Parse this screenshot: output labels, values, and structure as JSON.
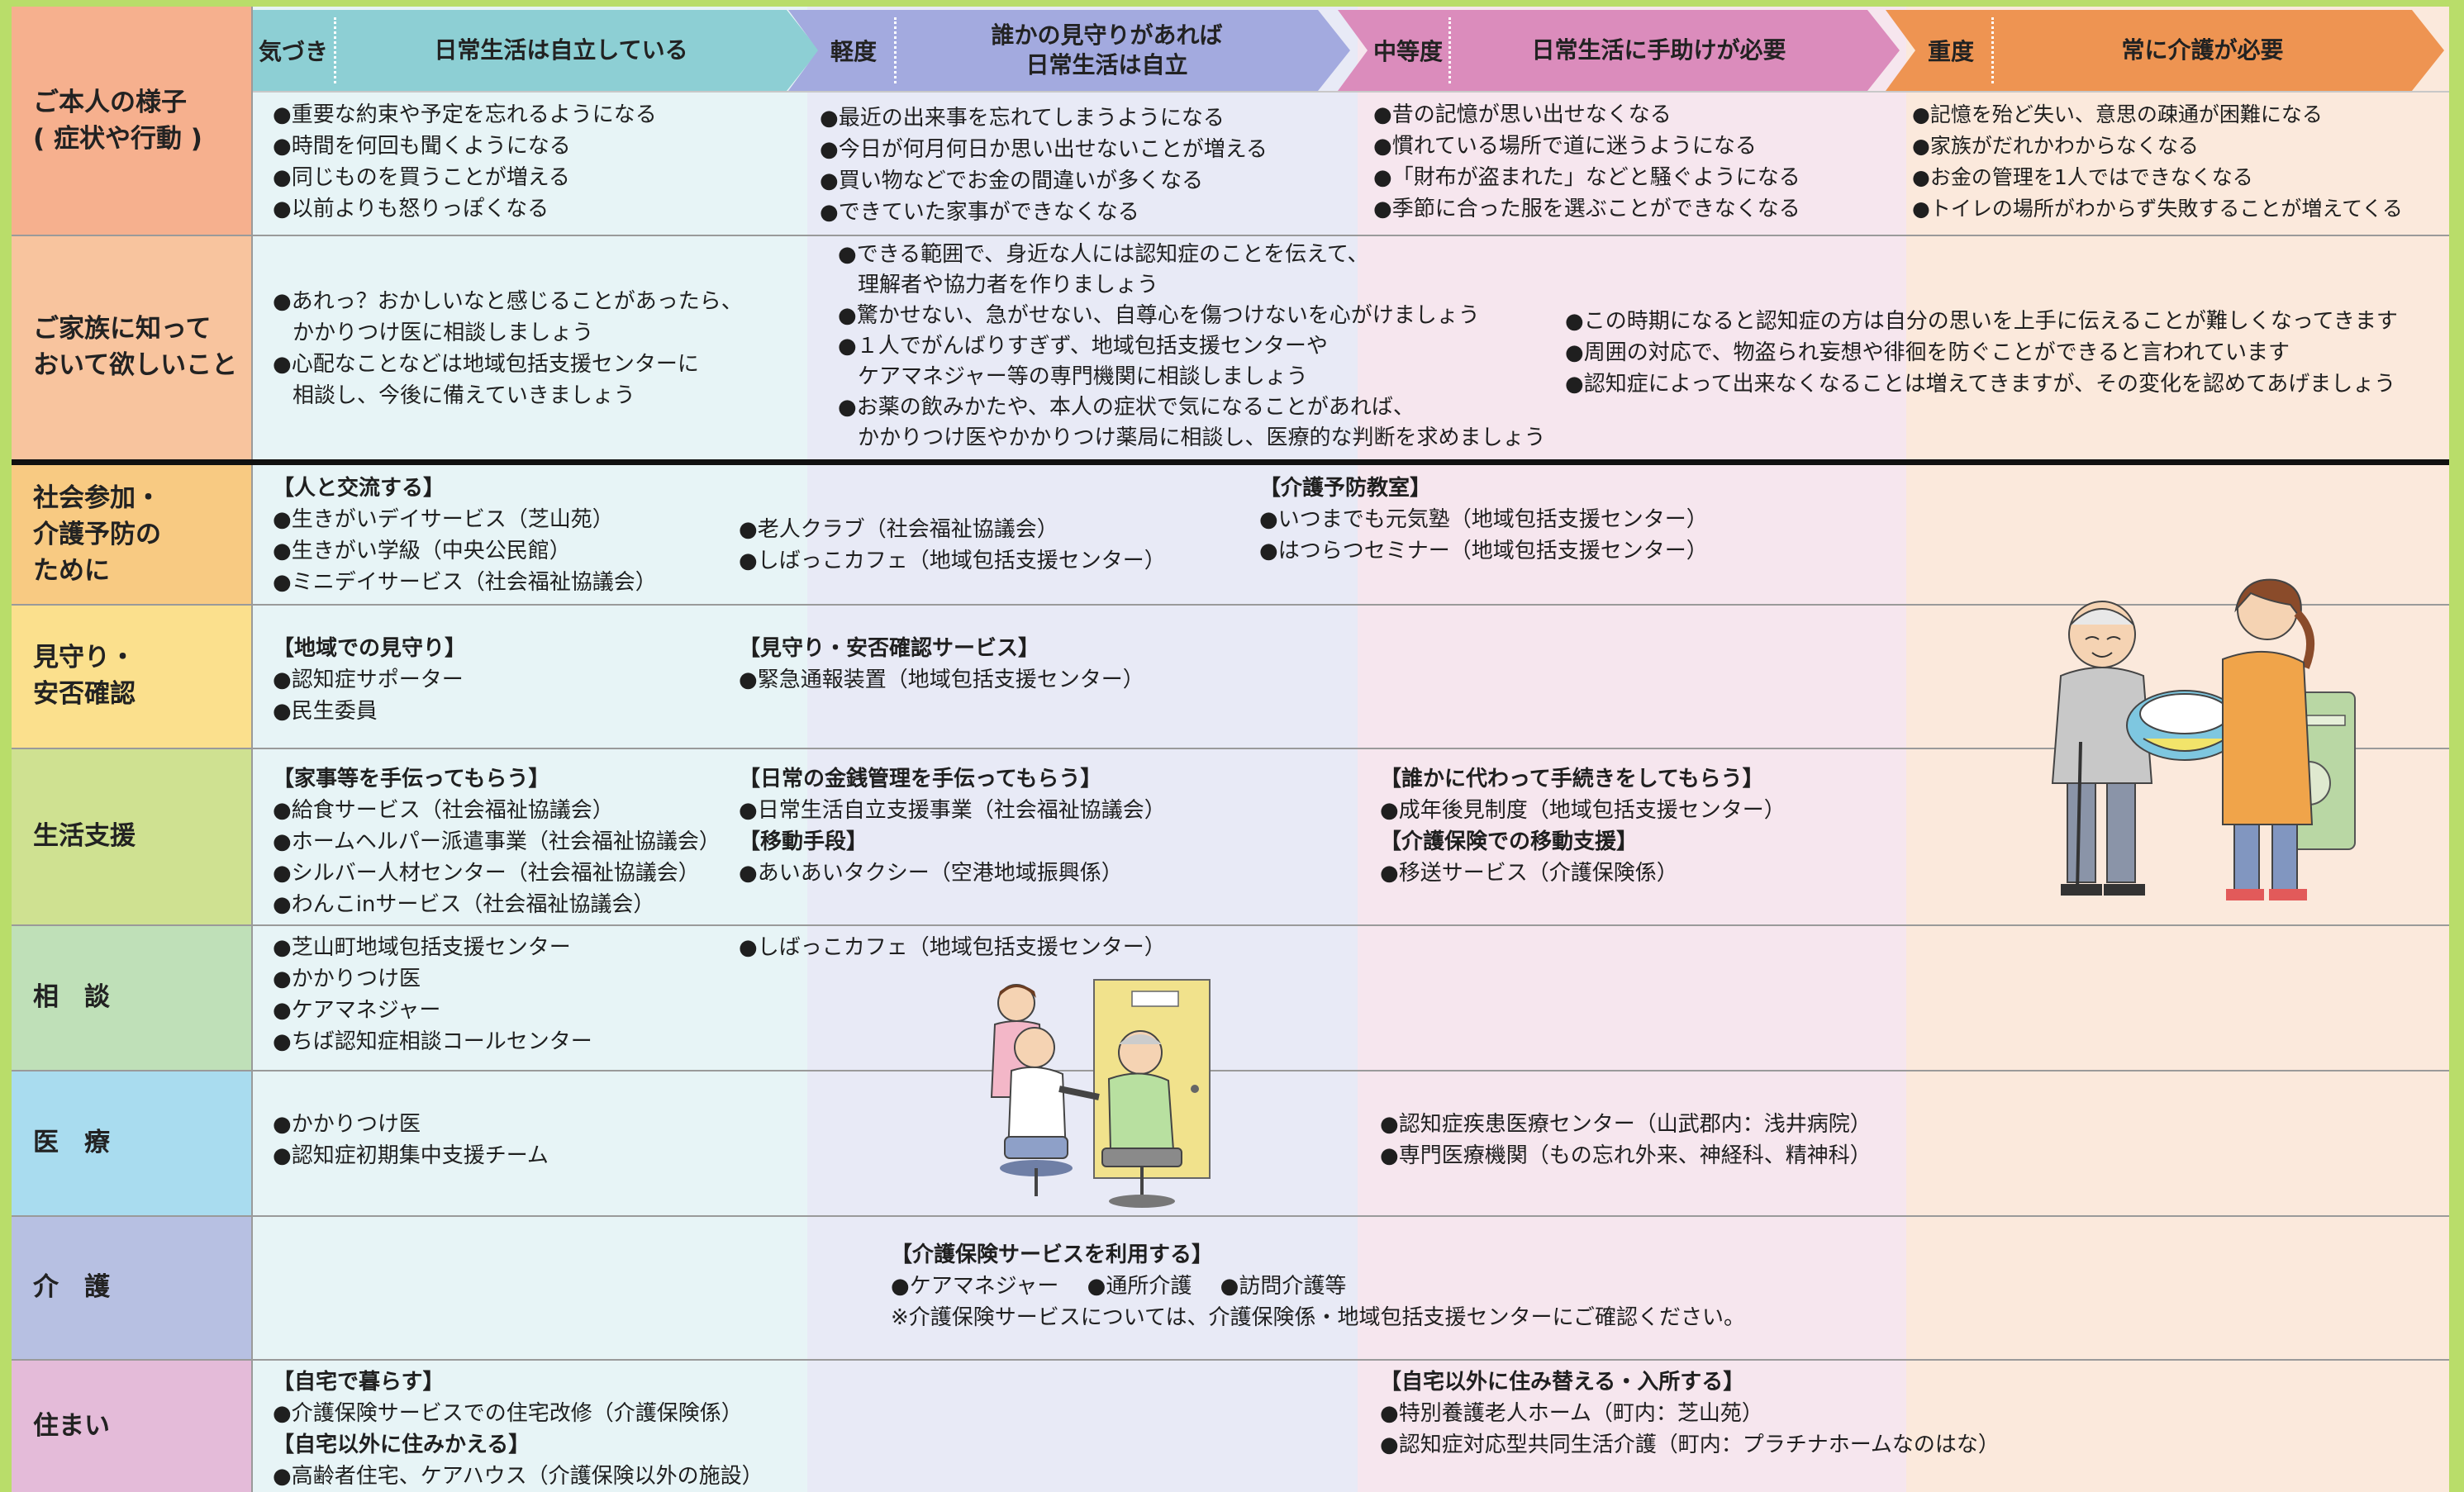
{
  "stages": [
    {
      "level": "気づき",
      "title": "日常生活は自立している",
      "color": "#8dcfd4"
    },
    {
      "level": "軽度",
      "title_lines": [
        "誰かの見守りがあれば",
        "日常生活は自立"
      ],
      "color": "#a3aadf"
    },
    {
      "level": "中等度",
      "title": "日常生活に手助けが必要",
      "color": "#db8cbc"
    },
    {
      "level": "重度",
      "title": "常に介護が必要",
      "color": "#ee9452"
    }
  ],
  "rows": {
    "symptoms": {
      "label_lines": [
        "ご本人の様子",
        "( 症状や行動 )"
      ],
      "cells": [
        [
          "重要な約束や予定を忘れるようになる",
          "時間を何回も聞くようになる",
          "同じものを買うことが増える",
          "以前よりも怒りっぽくなる"
        ],
        [
          "最近の出来事を忘れてしまうようになる",
          "今日が何月何日か思い出せないことが増える",
          "買い物などでお金の間違いが多くなる",
          "できていた家事ができなくなる"
        ],
        [
          "昔の記憶が思い出せなくなる",
          "慣れている場所で道に迷うようになる",
          "「財布が盗まれた」などと騒ぐようになる",
          "季節に合った服を選ぶことができなくなる"
        ],
        [
          "記憶を殆ど失い、意思の疎通が困難になる",
          "家族がだれかわからなくなる",
          "お金の管理を1人ではできなくなる",
          "トイレの場所がわからず失敗することが増えてくる"
        ]
      ]
    },
    "family": {
      "label_lines": [
        "ご家族に知って",
        "おいて欲しいこと"
      ],
      "cells": [
        [
          [
            "あれっ？おかしいなと感じることがあったら、",
            "かかりつけ医に相談しましょう"
          ],
          [
            "心配なことなどは地域包括支援センターに",
            "相談し、今後に備えていきましょう"
          ]
        ],
        [
          [
            "できる範囲で、身近な人には認知症のことを伝えて、",
            "理解者や協力者を作りましょう"
          ],
          [
            "驚かせない、急がせない、自尊心を傷つけないを心がけましょう"
          ],
          [
            "１人でがんばりすぎず、地域包括支援センターや",
            "ケアマネジャー等の専門機関に相談しましょう"
          ],
          [
            "お薬の飲みかたや、本人の症状で気になることがあれば、",
            "かかりつけ医やかかりつけ薬局に相談し、医療的な判断を求めましょう"
          ]
        ],
        [
          [
            "この時期になると認知症の方は自分の思いを上手に伝えることが難しくなってきます"
          ],
          [
            "周囲の対応で、物盗られ妄想や徘徊を防ぐことができると言われています"
          ],
          [
            "認知症によって出来なくなることは増えてきますが、その変化を認めてあげましょう"
          ]
        ]
      ]
    },
    "social": {
      "label_lines": [
        "社会参加・",
        "介護予防の",
        "ために"
      ],
      "g1_heading": "【人と交流する】",
      "g1_items": [
        "生きがいデイサービス（芝山苑）",
        "生きがい学級（中央公民館）",
        "ミニデイサービス（社会福祉協議会）"
      ],
      "g2_items": [
        "老人クラブ（社会福祉協議会）",
        "しばっこカフェ（地域包括支援センター）"
      ],
      "g3_heading": "【介護予防教室】",
      "g3_items": [
        "いつまでも元気塾（地域包括支援センター）",
        "はつらつセミナー（地域包括支援センター）"
      ]
    },
    "watch": {
      "label_lines": [
        "見守り・",
        "安否確認"
      ],
      "g1_heading": "【地域での見守り】",
      "g1_items": [
        "認知症サポーター",
        "民生委員"
      ],
      "g2_heading": "【見守り・安否確認サービス】",
      "g2_items": [
        "緊急通報装置（地域包括支援センター）"
      ]
    },
    "life": {
      "label": "生活支援",
      "g1_heading": "【家事等を手伝ってもらう】",
      "g1_items": [
        "給食サービス（社会福祉協議会）",
        "ホームヘルパー派遣事業（社会福祉協議会）",
        "シルバー人材センター（社会福祉協議会）",
        "わんこinサービス（社会福祉協議会）"
      ],
      "g2_heading": "【日常の金銭管理を手伝ってもらう】",
      "g2_items": [
        "日常生活自立支援事業（社会福祉協議会）"
      ],
      "g2b_heading": "【移動手段】",
      "g2b_items": [
        "あいあいタクシー（空港地域振興係）"
      ],
      "g3_heading": "【誰かに代わって手続きをしてもらう】",
      "g3_items": [
        "成年後見制度（地域包括支援センター）"
      ],
      "g3b_heading": "【介護保険での移動支援】",
      "g3b_items": [
        "移送サービス（介護保険係）"
      ]
    },
    "consult": {
      "label": "相　談",
      "g1_items": [
        "芝山町地域包括支援センター",
        "かかりつけ医",
        "ケアマネジャー",
        "ちば認知症相談コールセンター"
      ],
      "g2_items": [
        "しばっこカフェ（地域包括支援センター）"
      ]
    },
    "medical": {
      "label": "医　療",
      "g1_items": [
        "かかりつけ医",
        "認知症初期集中支援チーム"
      ],
      "g3_items": [
        "認知症疾患医療センター（山武郡内：浅井病院）",
        "専門医療機関（もの忘れ外来、神経科、精神科）"
      ]
    },
    "care": {
      "label": "介　護",
      "heading": "【介護保険サービスを利用する】",
      "items": [
        "ケアマネジャー",
        "通所介護",
        "訪問介護等"
      ],
      "note": "※介護保険サービスについては、介護保険係・地域包括支援センターにご確認ください。"
    },
    "housing": {
      "label": "住まい",
      "g1_heading": "【自宅で暮らす】",
      "g1_items": [
        "介護保険サービスでの住宅改修（介護保険係）"
      ],
      "g1b_heading": "【自宅以外に住みかえる】",
      "g1b_items": [
        "高齢者住宅、ケアハウス（介護保険以外の施設）"
      ],
      "g3_heading": "【自宅以外に住み替える・入所する】",
      "g3_items": [
        "特別養護老人ホーム（町内：芝山苑）",
        "認知症対応型共同生活介護（町内：プラチナホームなのはな）"
      ]
    }
  },
  "colors": {
    "hdr_symptoms": "#f6b08e",
    "hdr_family": "#f8c49e",
    "hdr_social": "#f8ca82",
    "hdr_watch": "#fbe08d",
    "hdr_life": "#cfe191",
    "hdr_consult": "#bfe0b8",
    "hdr_medical": "#a9dcef",
    "hdr_care": "#b7c0e2",
    "hdr_housing": "#e4bbd9"
  },
  "illustrations": [
    "caregiver-illustration",
    "doctor-consultation-illustration"
  ]
}
